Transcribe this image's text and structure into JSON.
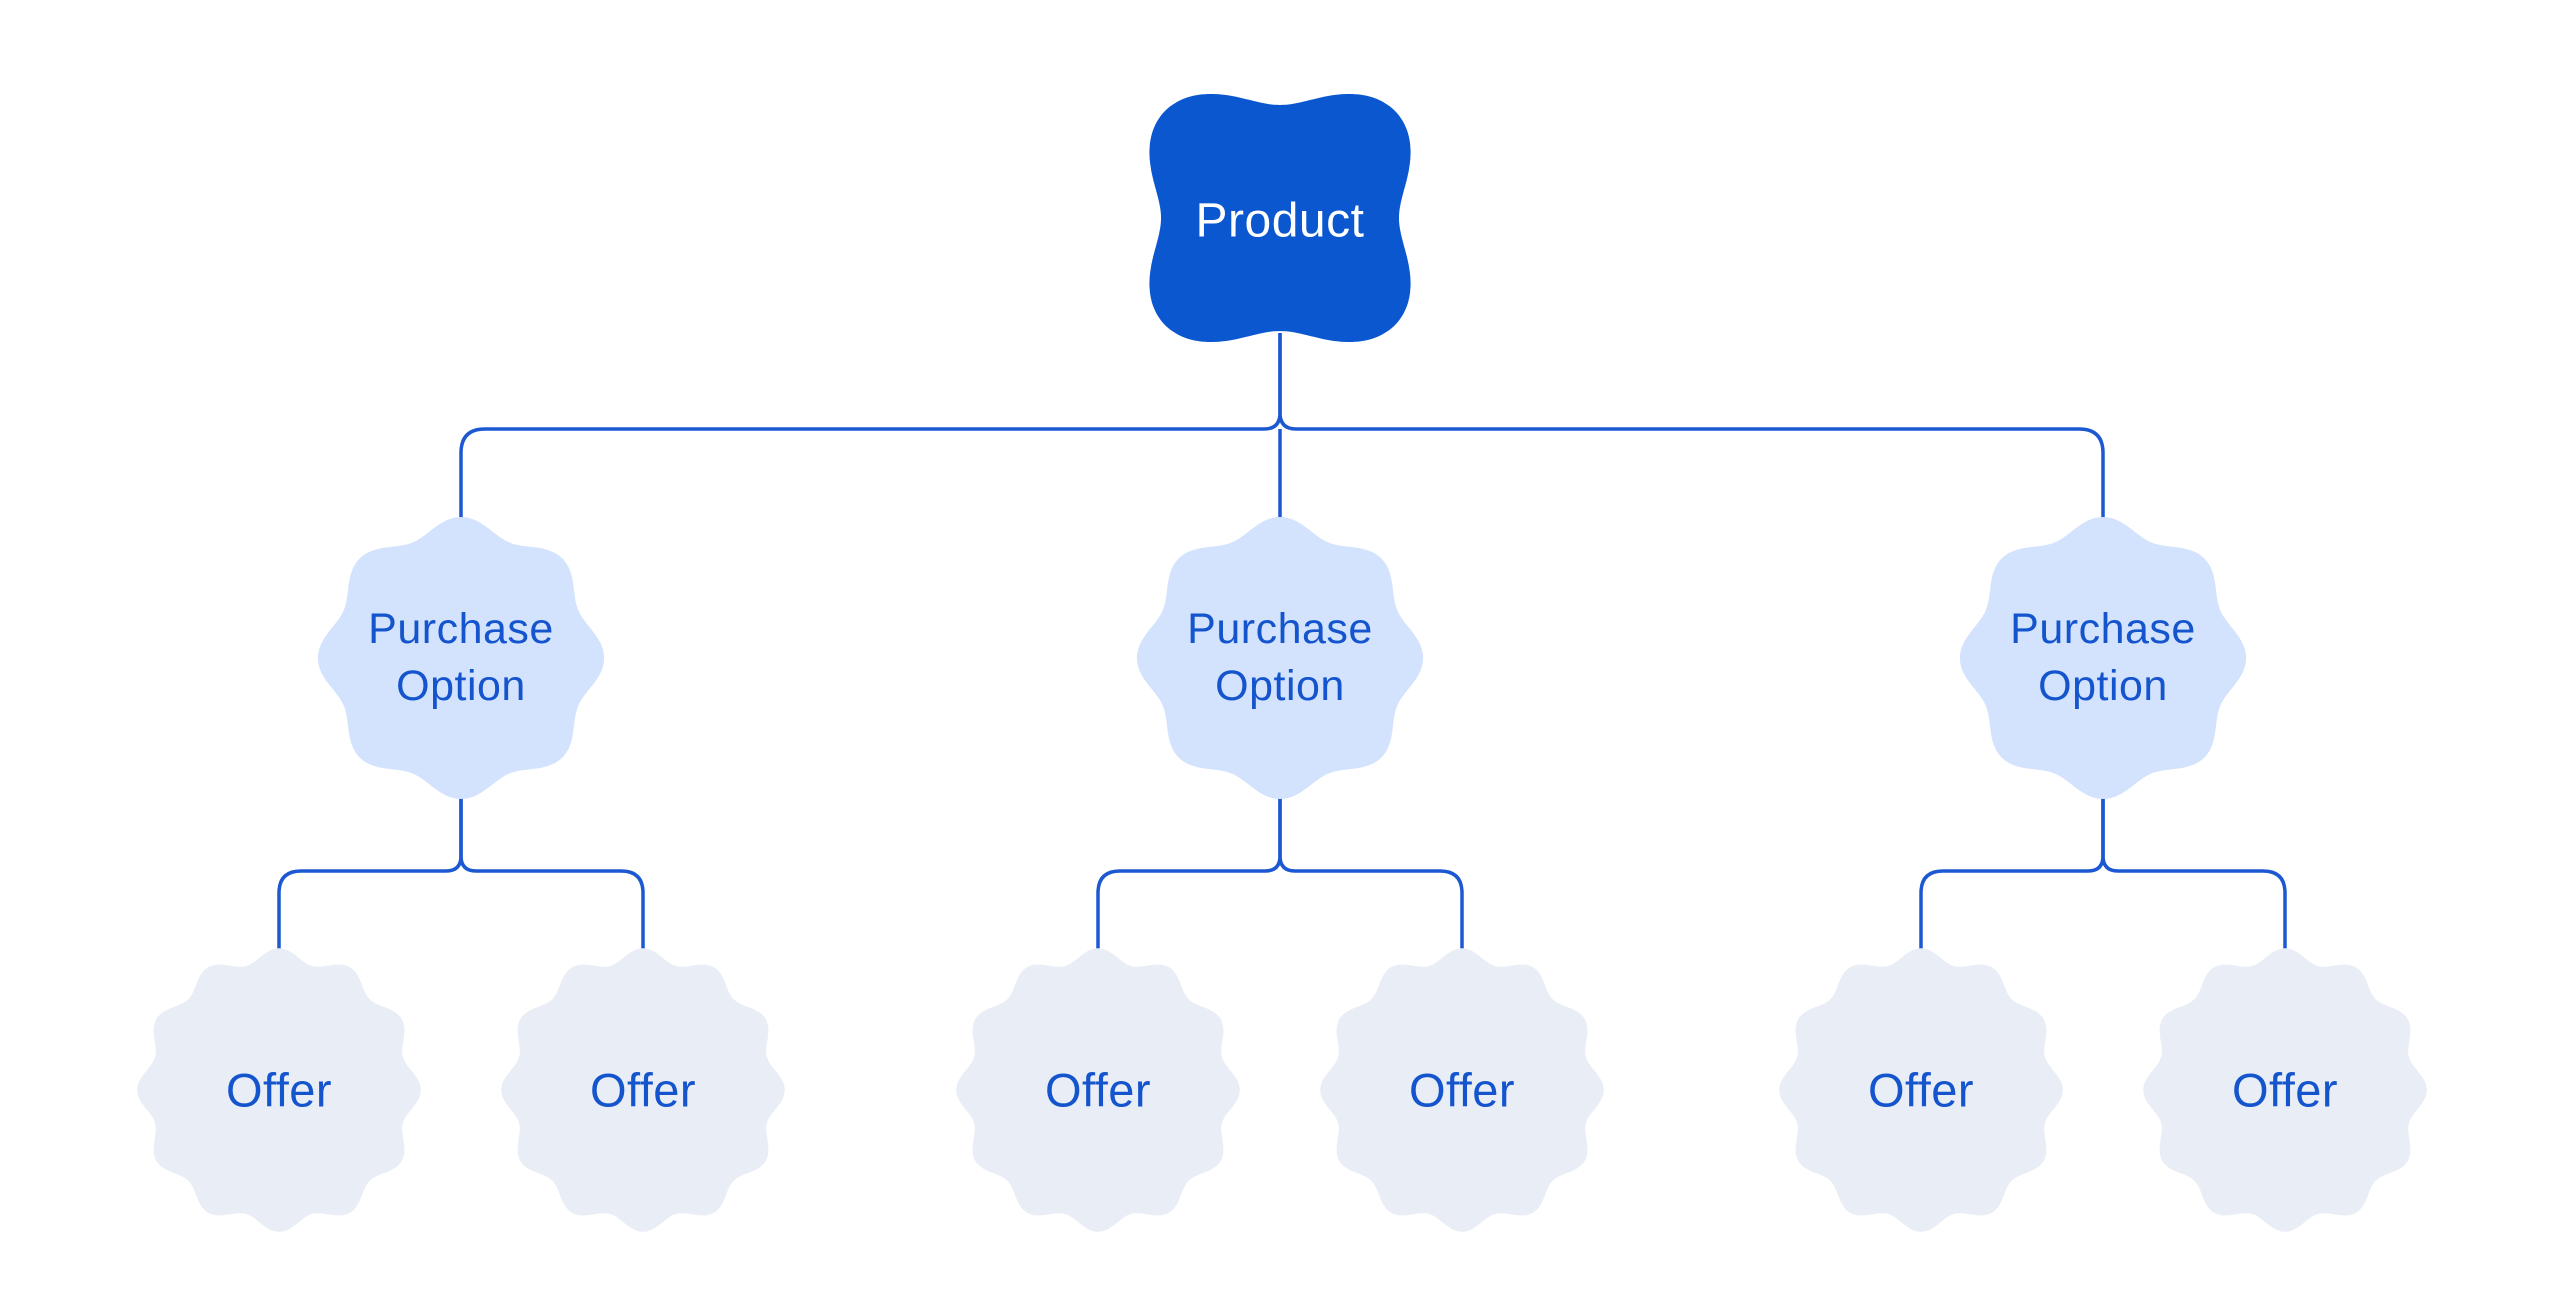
{
  "diagram": {
    "root": {
      "label": "Product"
    },
    "purchase_options": [
      {
        "label_lines": [
          "Purchase",
          "Option"
        ],
        "offers": [
          {
            "label": "Offer"
          },
          {
            "label": "Offer"
          }
        ]
      },
      {
        "label_lines": [
          "Purchase",
          "Option"
        ],
        "offers": [
          {
            "label": "Offer"
          },
          {
            "label": "Offer"
          }
        ]
      },
      {
        "label_lines": [
          "Purchase",
          "Option"
        ],
        "offers": [
          {
            "label": "Offer"
          },
          {
            "label": "Offer"
          }
        ]
      }
    ],
    "colors": {
      "background": "#ffffff",
      "root_fill": "#0b57d0",
      "root_text": "#ffffff",
      "purchase_option_fill": "#d3e3fd",
      "offer_fill": "#e8edf6",
      "label_text": "#1454cc",
      "connector": "#1b58d2"
    }
  }
}
